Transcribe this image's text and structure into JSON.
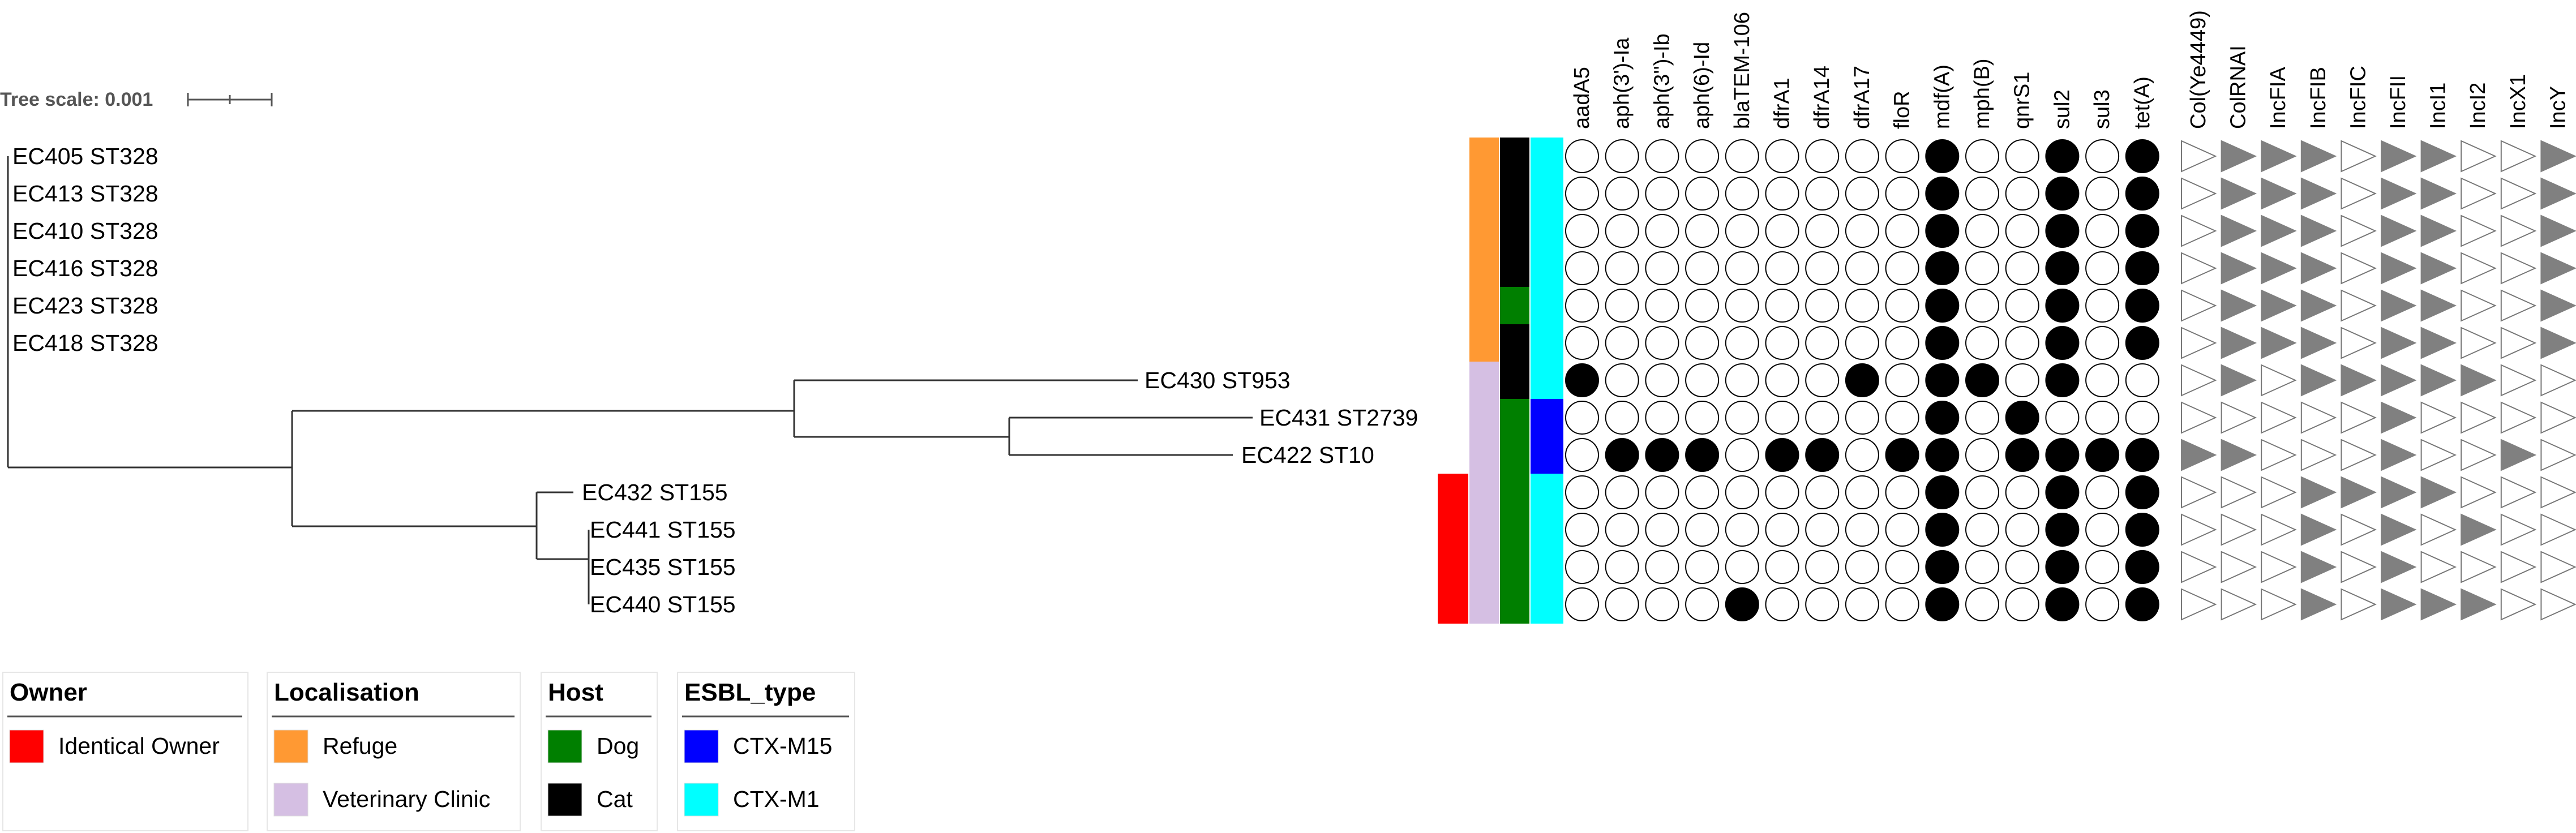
{
  "scale": {
    "label": "Tree scale: 0.001"
  },
  "colors": {
    "owner_identical": "#ff0000",
    "refuge": "#ff9933",
    "veterinary_clinic": "#d5bfe3",
    "dog": "#007f00",
    "cat": "#000000",
    "ctx_m15": "#0000ff",
    "ctx_m1": "#00ffff",
    "present": "#000000",
    "plasmid_present": "#808080"
  },
  "isolates": [
    {
      "label": "EC405 ST328",
      "owner": "",
      "localisation": "refuge",
      "host": "cat",
      "esbl": "ctx_m1"
    },
    {
      "label": "EC413 ST328",
      "owner": "",
      "localisation": "refuge",
      "host": "cat",
      "esbl": "ctx_m1"
    },
    {
      "label": "EC410 ST328",
      "owner": "",
      "localisation": "refuge",
      "host": "cat",
      "esbl": "ctx_m1"
    },
    {
      "label": "EC416 ST328",
      "owner": "",
      "localisation": "refuge",
      "host": "cat",
      "esbl": "ctx_m1"
    },
    {
      "label": "EC423 ST328",
      "owner": "",
      "localisation": "refuge",
      "host": "dog",
      "esbl": "ctx_m1"
    },
    {
      "label": "EC418 ST328",
      "owner": "",
      "localisation": "refuge",
      "host": "cat",
      "esbl": "ctx_m1"
    },
    {
      "label": "EC430 ST953",
      "owner": "",
      "localisation": "veterinary_clinic",
      "host": "cat",
      "esbl": "ctx_m1"
    },
    {
      "label": "EC431 ST2739",
      "owner": "",
      "localisation": "veterinary_clinic",
      "host": "dog",
      "esbl": "ctx_m15"
    },
    {
      "label": "EC422 ST10",
      "owner": "",
      "localisation": "veterinary_clinic",
      "host": "dog",
      "esbl": "ctx_m15"
    },
    {
      "label": "EC432 ST155",
      "owner": "owner_identical",
      "localisation": "veterinary_clinic",
      "host": "dog",
      "esbl": "ctx_m1"
    },
    {
      "label": "EC441 ST155",
      "owner": "owner_identical",
      "localisation": "veterinary_clinic",
      "host": "dog",
      "esbl": "ctx_m1"
    },
    {
      "label": "EC435 ST155",
      "owner": "owner_identical",
      "localisation": "veterinary_clinic",
      "host": "dog",
      "esbl": "ctx_m1"
    },
    {
      "label": "EC440 ST155",
      "owner": "owner_identical",
      "localisation": "veterinary_clinic",
      "host": "dog",
      "esbl": "ctx_m1"
    }
  ],
  "resistance_genes": [
    "aadA5",
    "aph(3')-Ia",
    "aph(3'')-Ib",
    "aph(6)-Id",
    "blaTEM-106",
    "dfrA1",
    "dfrA14",
    "dfrA17",
    "floR",
    "mdf(A)",
    "mph(B)",
    "qnrS1",
    "sul2",
    "sul3",
    "tet(A)"
  ],
  "resistance_matrix": [
    [
      0,
      0,
      0,
      0,
      0,
      0,
      0,
      0,
      0,
      1,
      0,
      0,
      1,
      0,
      1
    ],
    [
      0,
      0,
      0,
      0,
      0,
      0,
      0,
      0,
      0,
      1,
      0,
      0,
      1,
      0,
      1
    ],
    [
      0,
      0,
      0,
      0,
      0,
      0,
      0,
      0,
      0,
      1,
      0,
      0,
      1,
      0,
      1
    ],
    [
      0,
      0,
      0,
      0,
      0,
      0,
      0,
      0,
      0,
      1,
      0,
      0,
      1,
      0,
      1
    ],
    [
      0,
      0,
      0,
      0,
      0,
      0,
      0,
      0,
      0,
      1,
      0,
      0,
      1,
      0,
      1
    ],
    [
      0,
      0,
      0,
      0,
      0,
      0,
      0,
      0,
      0,
      1,
      0,
      0,
      1,
      0,
      1
    ],
    [
      1,
      0,
      0,
      0,
      0,
      0,
      0,
      1,
      0,
      1,
      1,
      0,
      1,
      0,
      0
    ],
    [
      0,
      0,
      0,
      0,
      0,
      0,
      0,
      0,
      0,
      1,
      0,
      1,
      0,
      0,
      0
    ],
    [
      0,
      1,
      1,
      1,
      0,
      1,
      1,
      0,
      1,
      1,
      0,
      1,
      1,
      1,
      1
    ],
    [
      0,
      0,
      0,
      0,
      0,
      0,
      0,
      0,
      0,
      1,
      0,
      0,
      1,
      0,
      1
    ],
    [
      0,
      0,
      0,
      0,
      0,
      0,
      0,
      0,
      0,
      1,
      0,
      0,
      1,
      0,
      1
    ],
    [
      0,
      0,
      0,
      0,
      0,
      0,
      0,
      0,
      0,
      1,
      0,
      0,
      1,
      0,
      1
    ],
    [
      0,
      0,
      0,
      0,
      1,
      0,
      0,
      0,
      0,
      1,
      0,
      0,
      1,
      0,
      1
    ]
  ],
  "plasmids": [
    "Col(Ye4449)",
    "ColRNAI",
    "IncFIA",
    "IncFIB",
    "IncFIC",
    "IncFII",
    "IncI1",
    "IncI2",
    "IncX1",
    "IncY"
  ],
  "plasmid_matrix": [
    [
      0,
      1,
      1,
      1,
      0,
      1,
      1,
      0,
      0,
      1
    ],
    [
      0,
      1,
      1,
      1,
      0,
      1,
      1,
      0,
      0,
      1
    ],
    [
      0,
      1,
      1,
      1,
      0,
      1,
      1,
      0,
      0,
      1
    ],
    [
      0,
      1,
      1,
      1,
      0,
      1,
      1,
      0,
      0,
      1
    ],
    [
      0,
      1,
      1,
      1,
      0,
      1,
      1,
      0,
      0,
      1
    ],
    [
      0,
      1,
      1,
      1,
      0,
      1,
      1,
      0,
      0,
      1
    ],
    [
      0,
      1,
      0,
      1,
      1,
      1,
      1,
      1,
      0,
      0
    ],
    [
      0,
      0,
      0,
      0,
      0,
      1,
      0,
      0,
      0,
      0
    ],
    [
      1,
      1,
      0,
      0,
      0,
      1,
      0,
      0,
      1,
      0
    ],
    [
      0,
      0,
      0,
      1,
      1,
      1,
      1,
      0,
      0,
      0
    ],
    [
      0,
      0,
      0,
      1,
      0,
      1,
      0,
      1,
      0,
      0
    ],
    [
      0,
      0,
      0,
      1,
      0,
      1,
      0,
      0,
      0,
      0
    ],
    [
      0,
      0,
      0,
      1,
      0,
      1,
      1,
      1,
      0,
      0
    ]
  ],
  "legends": [
    {
      "title": "Owner",
      "items": [
        {
          "label": "Identical Owner",
          "color": "#ff0000"
        }
      ]
    },
    {
      "title": "Localisation",
      "items": [
        {
          "label": "Refuge",
          "color": "#ff9933"
        },
        {
          "label": "Veterinary Clinic",
          "color": "#d5bfe3"
        }
      ]
    },
    {
      "title": "Host",
      "items": [
        {
          "label": "Dog",
          "color": "#007f00"
        },
        {
          "label": "Cat",
          "color": "#000000"
        }
      ]
    },
    {
      "title": "ESBL_type",
      "items": [
        {
          "label": "CTX-M15",
          "color": "#0000ff"
        },
        {
          "label": "CTX-M1",
          "color": "#00ffff"
        }
      ]
    }
  ]
}
